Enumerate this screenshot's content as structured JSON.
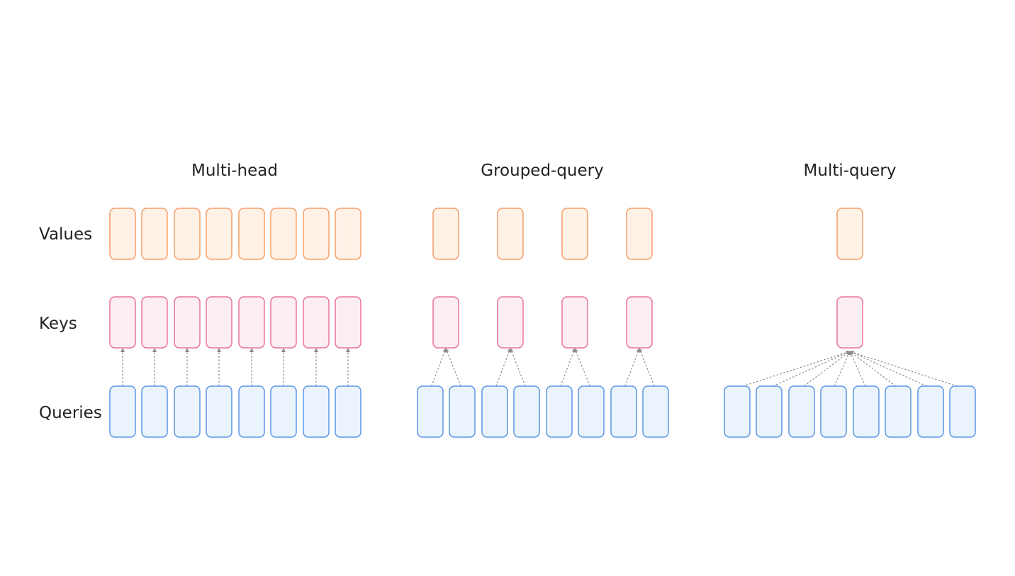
{
  "columns": [
    {
      "title": "Multi-head",
      "value_heads": 8,
      "key_heads": 8,
      "query_heads": 8
    },
    {
      "title": "Grouped-query",
      "value_heads": 4,
      "key_heads": 4,
      "query_heads": 8
    },
    {
      "title": "Multi-query",
      "value_heads": 1,
      "key_heads": 1,
      "query_heads": 8
    }
  ],
  "rows": {
    "values": "Values",
    "keys": "Keys",
    "queries": "Queries"
  },
  "colors": {
    "value_fill": "#fff1e6",
    "value_stroke": "#f5a06a",
    "key_fill": "#fdeef4",
    "key_stroke": "#e9739d",
    "query_fill": "#ebf3fc",
    "query_stroke": "#5b96e6",
    "arrow": "#8c8c8c"
  }
}
